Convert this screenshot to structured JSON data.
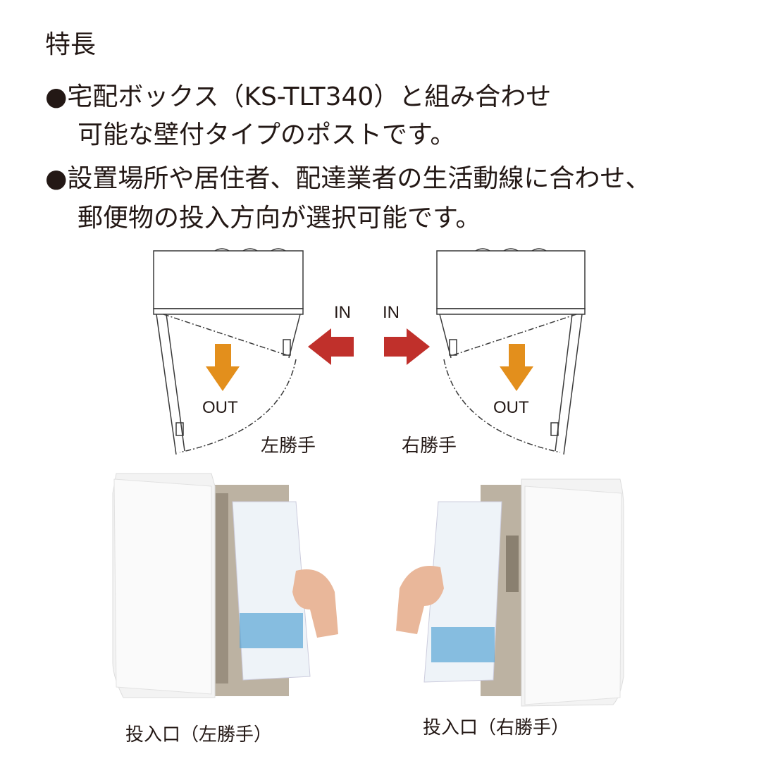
{
  "title": "特長",
  "features": [
    {
      "bullet": "●",
      "line1": "宅配ボックス（KS-TLT340）と組み合わせ",
      "line2": "可能な壁付タイプのポストです。"
    },
    {
      "bullet": "●",
      "line1": "設置場所や居住者、配達業者の生活動線に合わせ、",
      "line2": "郵便物の投入方向が選択可能です。"
    }
  ],
  "diagrams": {
    "left": {
      "in_label": "IN",
      "out_label": "OUT",
      "caption": "左勝手"
    },
    "right": {
      "in_label": "IN",
      "out_label": "OUT",
      "caption": "右勝手"
    }
  },
  "photos": {
    "left_caption": "投入口（左勝手）",
    "right_caption": "投入口（右勝手）"
  },
  "colors": {
    "in_arrow": "#c0302b",
    "out_arrow": "#e38f1c",
    "text": "#231815"
  }
}
